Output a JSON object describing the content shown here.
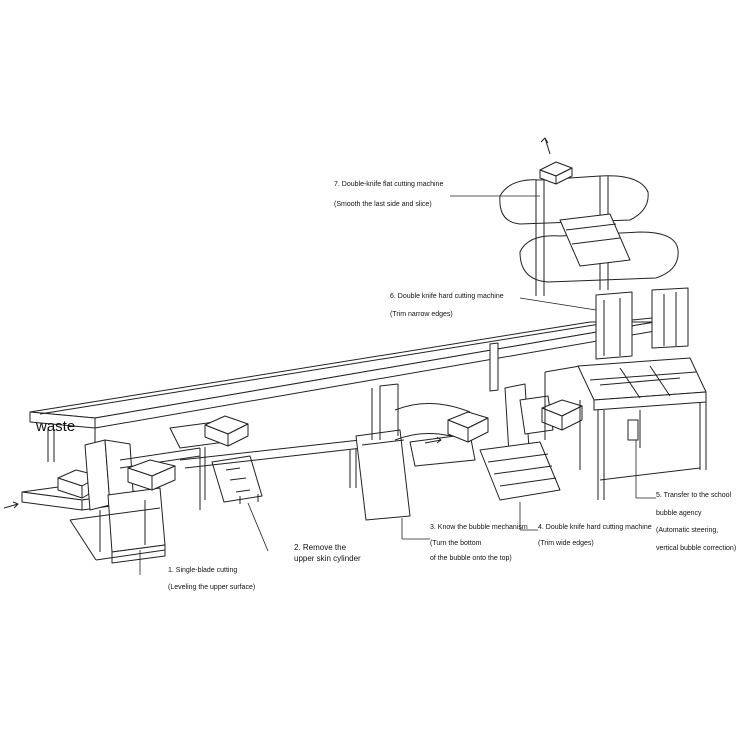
{
  "waste_label": "waste",
  "stations": {
    "s1": {
      "title": "1. Single-blade cutting",
      "note": "(Leveling the upper surface)"
    },
    "s2": {
      "line1": "2. Remove the",
      "line2": "upper skin cylinder"
    },
    "s3": {
      "title": "3. Know the bubble mechanism",
      "note1": "(Turn the bottom",
      "note2": "of the bubble onto the top)"
    },
    "s4": {
      "title": "4. Double knife hard cutting machine",
      "note": "(Trim wide edges)"
    },
    "s5": {
      "line1": "5. Transfer to the school",
      "line2": "bubble agency",
      "line3": "(Automatic steering,",
      "line4": "vertical bubble correction)"
    },
    "s6": {
      "title": "6. Double knife hard cutting machine",
      "note": "(Trim narrow edges)"
    },
    "s7": {
      "title": "7. Double-knife flat cutting machine",
      "note": "(Smooth the last side and slice)"
    }
  },
  "colors": {
    "line": "#222222",
    "background": "#ffffff"
  }
}
